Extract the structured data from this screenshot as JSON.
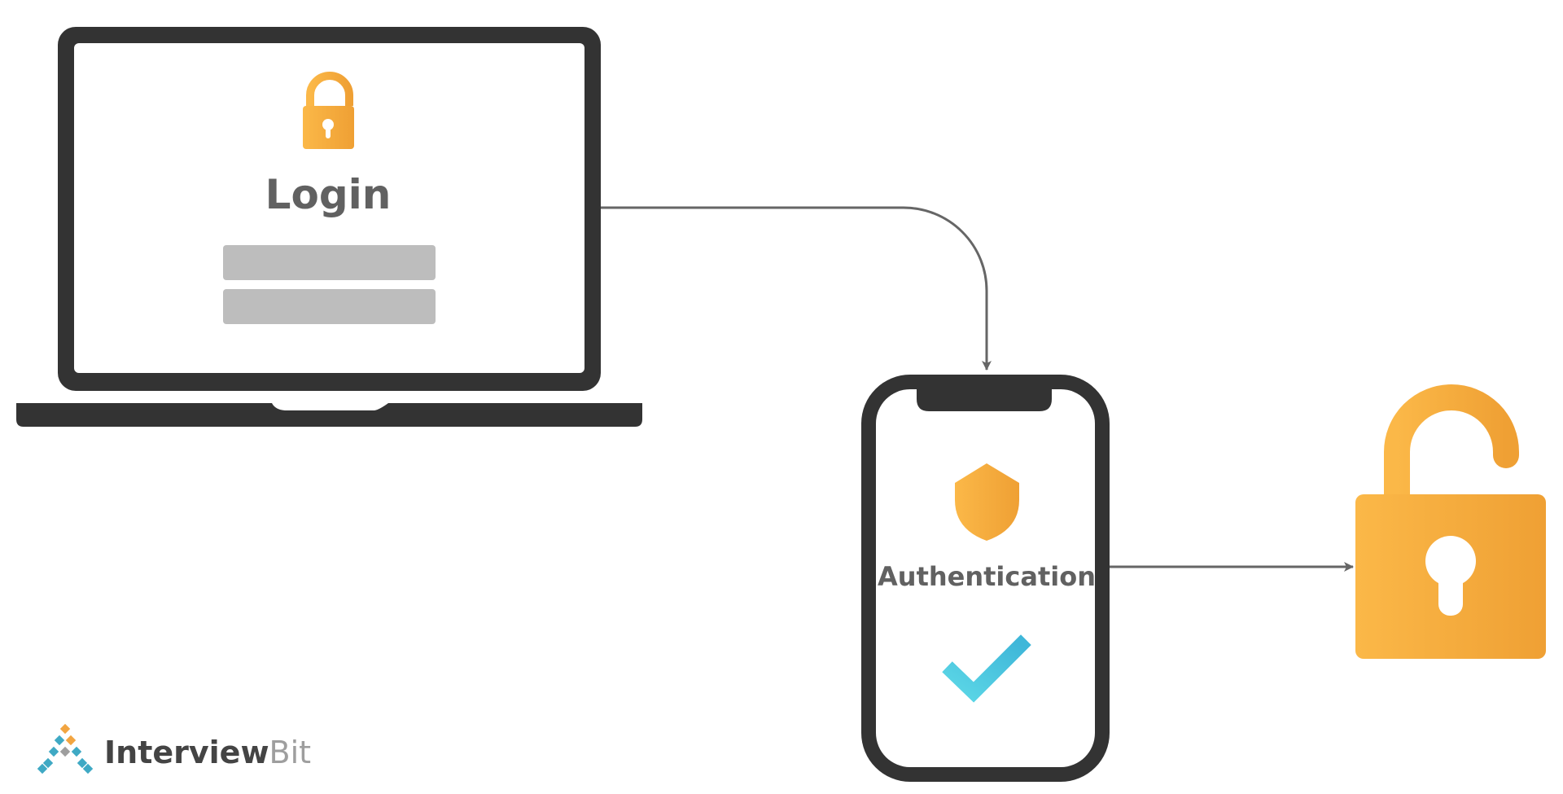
{
  "diagram": {
    "laptop": {
      "label": "Login",
      "icon": "padlock-closed-icon",
      "field_count": 2
    },
    "phone": {
      "label": "Authentication",
      "icons": [
        "shield-icon",
        "checkmark-icon"
      ]
    },
    "result": {
      "icon": "padlock-open-icon"
    },
    "flow": [
      {
        "from": "laptop",
        "to": "phone"
      },
      {
        "from": "phone",
        "to": "padlock-open"
      }
    ]
  },
  "brand": {
    "name_part1": "Interview",
    "name_part2": "Bit"
  },
  "colors": {
    "device_frame": "#333333",
    "arrow": "#666666",
    "label": "#616161",
    "field": "#bdbdbd",
    "lock_light": "#FBB848",
    "lock_dark": "#EFA034",
    "check_light": "#5BD6E6",
    "check_dark": "#3FB7D9",
    "logo_blue": "#3FA9C4",
    "logo_orange": "#F2A541",
    "logo_gray": "#9e9e9e"
  }
}
